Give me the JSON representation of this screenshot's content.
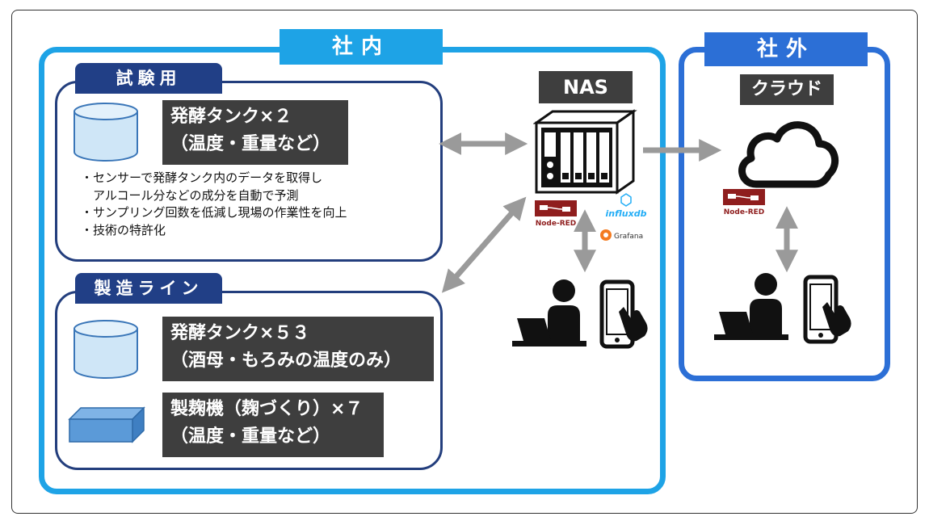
{
  "zones": {
    "internal": "社内",
    "external": "社外"
  },
  "test_panel": {
    "tab": "試験用",
    "label_line1": "発酵タンク×２",
    "label_line2": "（温度・重量など）",
    "bullets": [
      "・センサーで発酵タンク内のデータを取得し",
      "　アルコール分などの成分を自動で予測",
      "・サンプリング回数を低減し現場の作業性を向上",
      "・技術の特許化"
    ]
  },
  "line_panel": {
    "tab": "製造ライン",
    "tank_line1": "発酵タンク×５３",
    "tank_line2": "（酒母・もろみの温度のみ）",
    "koji_line1": "製麹機（麹づくり）×７",
    "koji_line2": "（温度・重量など）"
  },
  "nas": {
    "label": "NAS",
    "node_red": "Node-RED",
    "influxdb": "influxdb",
    "grafana": "Grafana"
  },
  "cloud": {
    "label": "クラウド",
    "node_red": "Node-RED"
  },
  "icons": [
    "cylinder-icon",
    "box-icon",
    "nas-server-icon",
    "cloud-icon",
    "person-laptop-icon",
    "smartphone-hand-icon",
    "node-red-icon",
    "influxdb-icon",
    "grafana-icon"
  ],
  "colors": {
    "internal": "#1ea3e6",
    "external": "#2c6fd6",
    "panel": "#213f86",
    "label_bg": "#3e3e3e",
    "arrow": "#9a9a9a",
    "node_red": "#8f1e1e"
  }
}
